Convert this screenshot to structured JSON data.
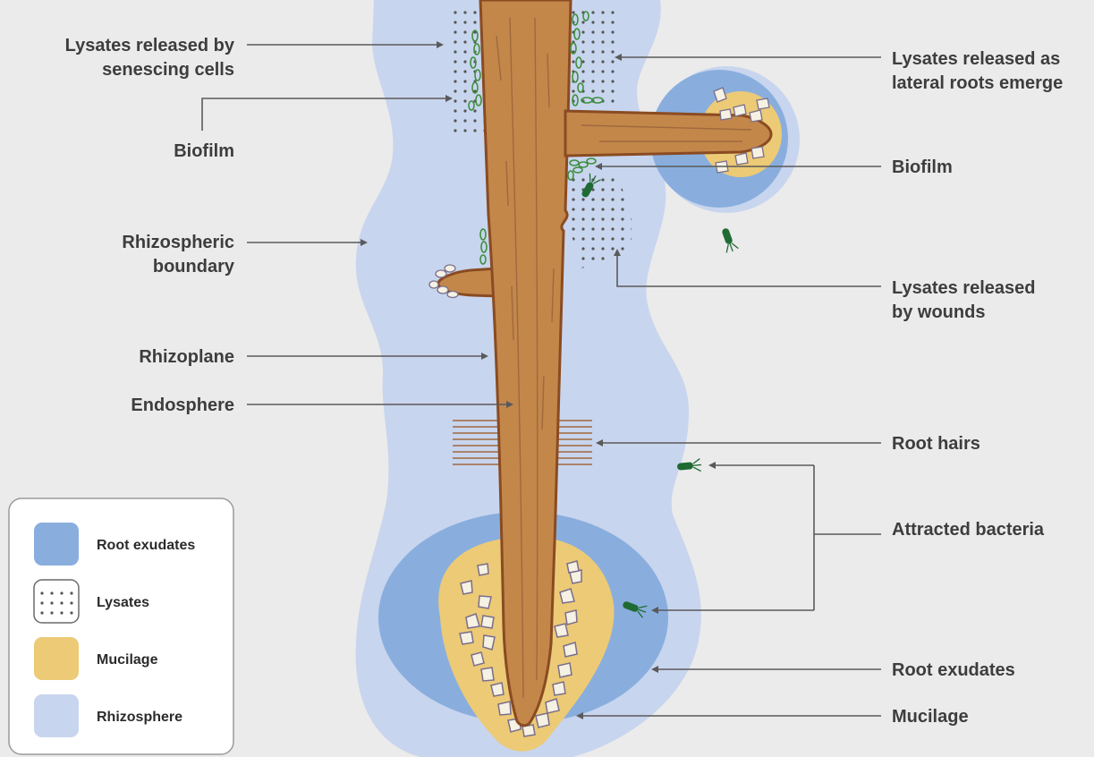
{
  "labels_left": {
    "lysates_senescing_1": "Lysates released by",
    "lysates_senescing_2": "senescing cells",
    "biofilm": "Biofilm",
    "rhizospheric_1": "Rhizospheric",
    "rhizospheric_2": "boundary",
    "rhizoplane": "Rhizoplane",
    "endosphere": "Endosphere"
  },
  "labels_right": {
    "lysates_lateral_1": "Lysates released as",
    "lysates_lateral_2": "lateral roots emerge",
    "biofilm": "Biofilm",
    "lysates_wounds_1": "Lysates released",
    "lysates_wounds_2": "by wounds",
    "root_hairs": "Root hairs",
    "attracted_bacteria": "Attracted bacteria",
    "root_exudates": "Root exudates",
    "mucilage": "Mucilage"
  },
  "legend": {
    "items": [
      {
        "label": "Root exudates",
        "color": "#89aede"
      },
      {
        "label": "Lysates",
        "color": "#ffffff"
      },
      {
        "label": "Mucilage",
        "color": "#ecca76"
      },
      {
        "label": "Rhizosphere",
        "color": "#c8d5ee"
      }
    ]
  },
  "colors": {
    "background": "#ebebeb",
    "rhizosphere": "#c8d5ee",
    "root_exudates": "#89aede",
    "mucilage": "#ecca76",
    "root": "#c3874a",
    "root_outline": "#8a4b22",
    "biofilm": "#3f8f3e",
    "bacteria": "#1f6b33",
    "lysate_dots": "#555555"
  }
}
